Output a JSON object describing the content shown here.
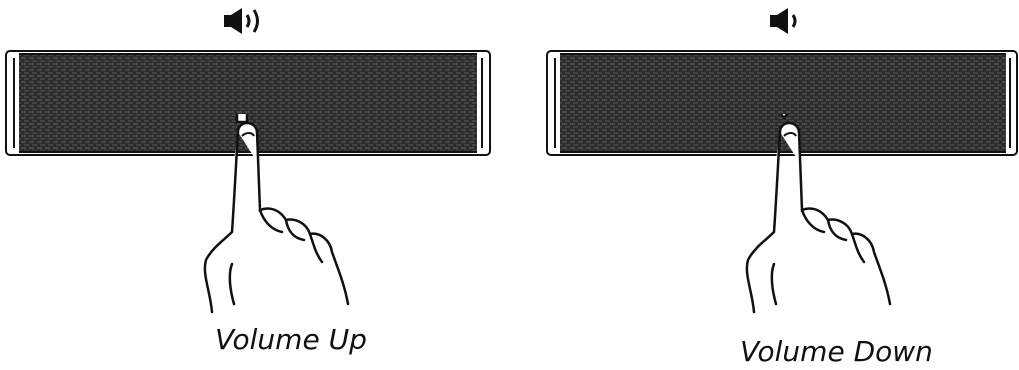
{
  "panels": [
    {
      "id": "volume-up",
      "caption": "Volume Up",
      "speaker_icon": "speaker-with-two-waves-icon",
      "gesture_icon": "arrow-up-icon",
      "gesture_direction": "up"
    },
    {
      "id": "volume-down",
      "caption": "Volume Down",
      "speaker_icon": "speaker-with-one-wave-icon",
      "gesture_icon": "arrow-down-icon",
      "gesture_direction": "down"
    }
  ],
  "colors": {
    "ink": "#111111",
    "grille": "#2b2b2b",
    "grille_line": "#5a5a5a",
    "hand_fill": "#ffffff"
  }
}
